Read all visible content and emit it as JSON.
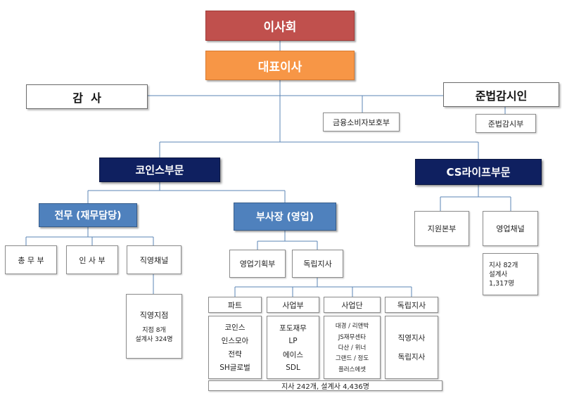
{
  "board": "이사회",
  "ceo": "대표이사",
  "audit": "감  사",
  "compliance_officer": "준법감시인",
  "consumer_protection": "금융소비자보호부",
  "compliance_dept": "준법감시부",
  "coins_division": "코인스부문",
  "cs_life_division": "CS라이프부문",
  "executive": "전무 (재무담당)",
  "vp_sales": "부사장 (영업)",
  "general_affairs": "총 무 부",
  "hr": "인 사 부",
  "direct_channel": "직영채널",
  "direct_branch": {
    "title": "직영지점",
    "line1": "지점 8개",
    "line2": "설계사 324명"
  },
  "sales_planning": "영업기획부",
  "independent_branch": "독립지사",
  "sub_headers": [
    "파트",
    "사업부",
    "사업단",
    "독립지사"
  ],
  "part_items": [
    "코인스",
    "인스모아",
    "전략",
    "SH글로벌"
  ],
  "business_dept_items": [
    "포도재무",
    "LP",
    "에이스",
    "SDL"
  ],
  "business_unit_items": [
    "대경 / 리앤박",
    "JS재무센타",
    "다산 / 위너",
    "그랜드 / 정도",
    "플러스에셋"
  ],
  "independent_items": [
    "직영지사",
    "독립지사"
  ],
  "coins_total": "지사 242개, 설계사 4,436명",
  "support_hq": "지원본부",
  "sales_channel": "영업채널",
  "cs_sales_note": [
    "지사 82개",
    "설계사",
    "1,317명"
  ]
}
